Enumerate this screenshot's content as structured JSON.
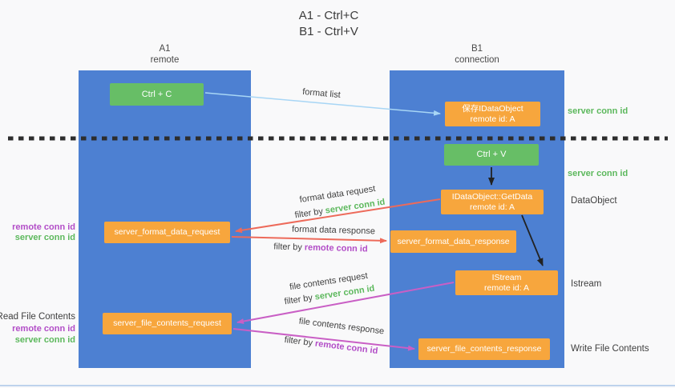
{
  "colors": {
    "column": "#4d80d2",
    "green_box": "#67be66",
    "orange_box": "#f7a63d",
    "accent_green": "#5cb85c",
    "accent_purple": "#b24dc7",
    "arrow_red": "#ed6a5a",
    "arrow_magenta": "#c95fc5",
    "arrow_blue": "#a8d6f5"
  },
  "title": {
    "line1": "A1 - Ctrl+C",
    "line2": "B1 - Ctrl+V"
  },
  "columns": {
    "left": {
      "name": "A1",
      "role": "remote"
    },
    "right": {
      "name": "B1",
      "role": "connection"
    }
  },
  "nodes": {
    "ctrl_c": {
      "label": "Ctrl + C"
    },
    "ctrl_v": {
      "label": "Ctrl + V"
    },
    "save_dataobject": {
      "line1": "保存IDataObject",
      "line2": "remote id: A"
    },
    "getdata": {
      "line1": "IDataObject::GetData",
      "line2": "remote id: A"
    },
    "format_request": {
      "label": "server_format_data_request"
    },
    "format_response": {
      "label": "server_format_data_response"
    },
    "istream": {
      "line1": "IStream",
      "line2": "remote id: A"
    },
    "file_request": {
      "label": "server_file_contents_request"
    },
    "file_response": {
      "label": "server_file_contents_response"
    }
  },
  "edges": {
    "format_list": {
      "label": "format list"
    },
    "format_request": {
      "label": "format data request",
      "filter_prefix": "filter by ",
      "filter_key": "server conn id"
    },
    "format_response": {
      "label": "format data response",
      "filter_prefix": "filter by ",
      "filter_key": "remote conn id"
    },
    "file_request": {
      "label": "file contents request",
      "filter_prefix": "filter by ",
      "filter_key": "server conn id"
    },
    "file_response": {
      "label": "file contents response",
      "filter_prefix": "filter by ",
      "filter_key": "remote conn id"
    }
  },
  "annotations": {
    "server_conn_top": "server conn id",
    "server_conn_mid": "server conn id",
    "dataobject": "DataObject",
    "istream": "Istream",
    "write_file": "Write File Contents",
    "read_file": "Read File Contents",
    "remote_conn_1": "remote conn id",
    "server_conn_1": "server conn id",
    "remote_conn_2": "remote conn id",
    "server_conn_2": "server conn id"
  }
}
